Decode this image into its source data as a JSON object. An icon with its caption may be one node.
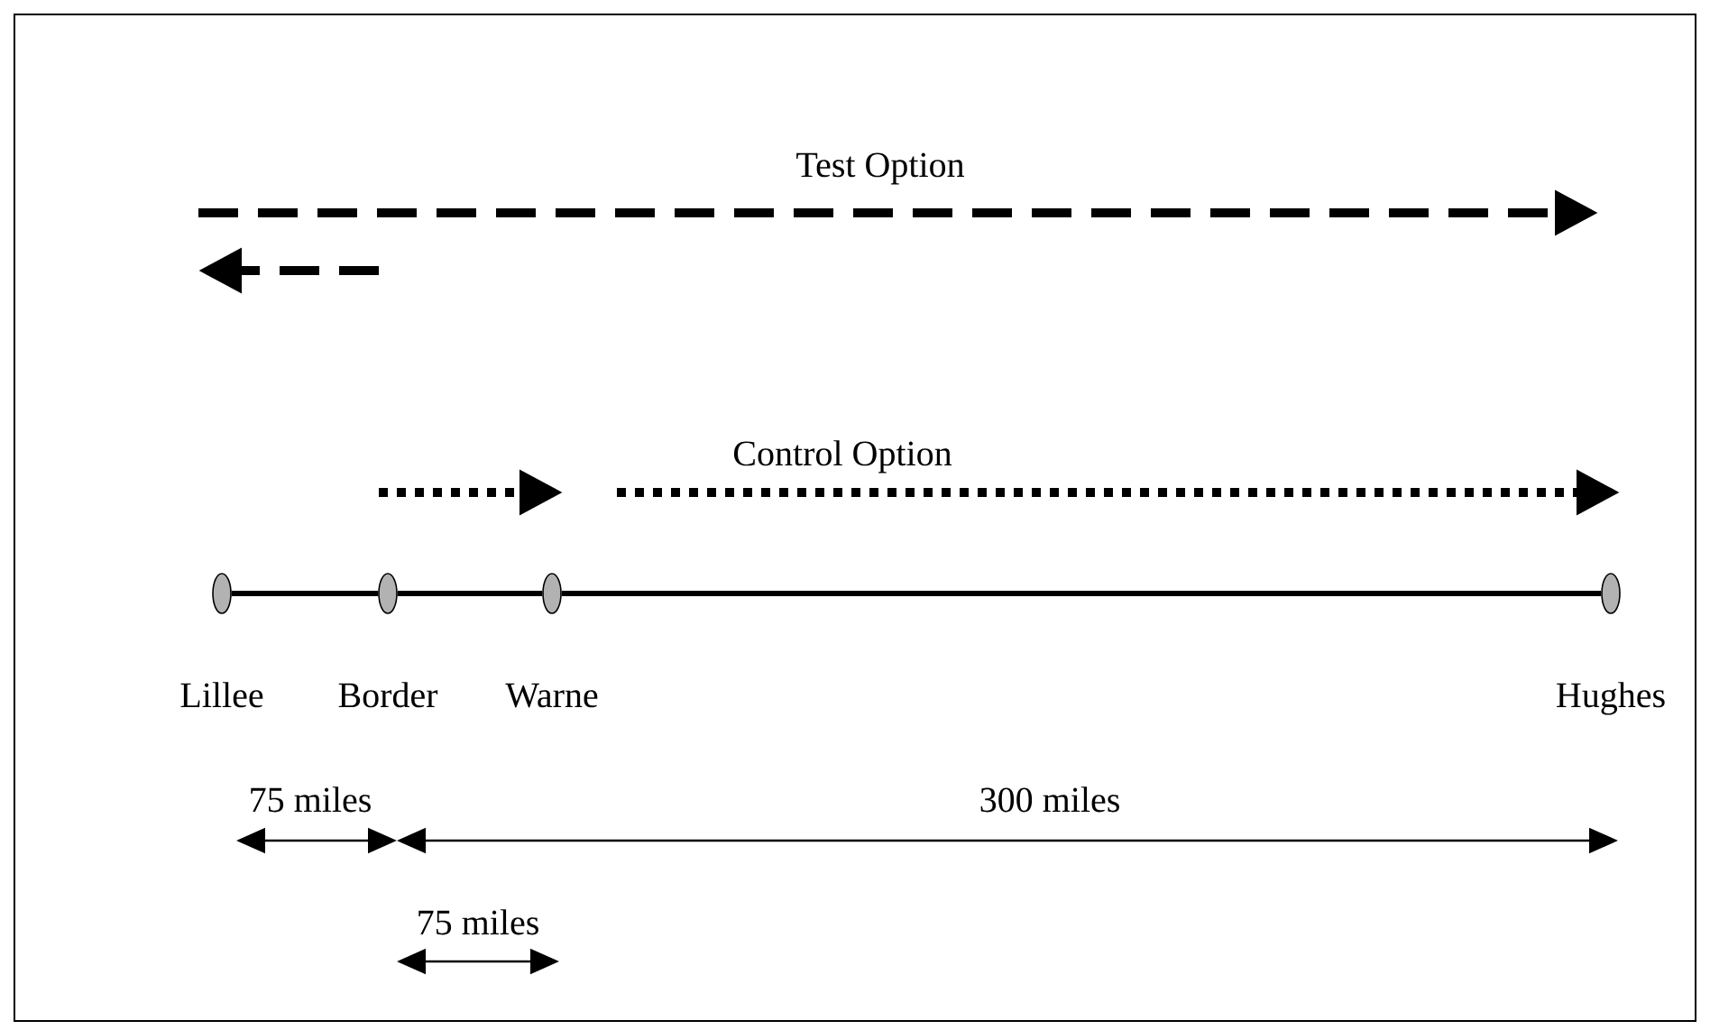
{
  "diagram": {
    "nodes": [
      {
        "text": [
          "Lillee"
        ]
      },
      {
        "text": [
          "Border"
        ]
      },
      {
        "text": [
          "Warne"
        ]
      },
      {
        "text": [
          "Hughes"
        ]
      }
    ],
    "edges": [
      {
        "from": 0,
        "to": 1,
        "arrow": "none"
      },
      {
        "from": 1,
        "to": 2,
        "arrow": "none"
      },
      {
        "from": 2,
        "to": 3,
        "arrow": "none"
      }
    ],
    "labels": [
      "Test Option",
      "Control Option",
      "75 miles",
      "300 miles",
      "75 miles"
    ]
  }
}
